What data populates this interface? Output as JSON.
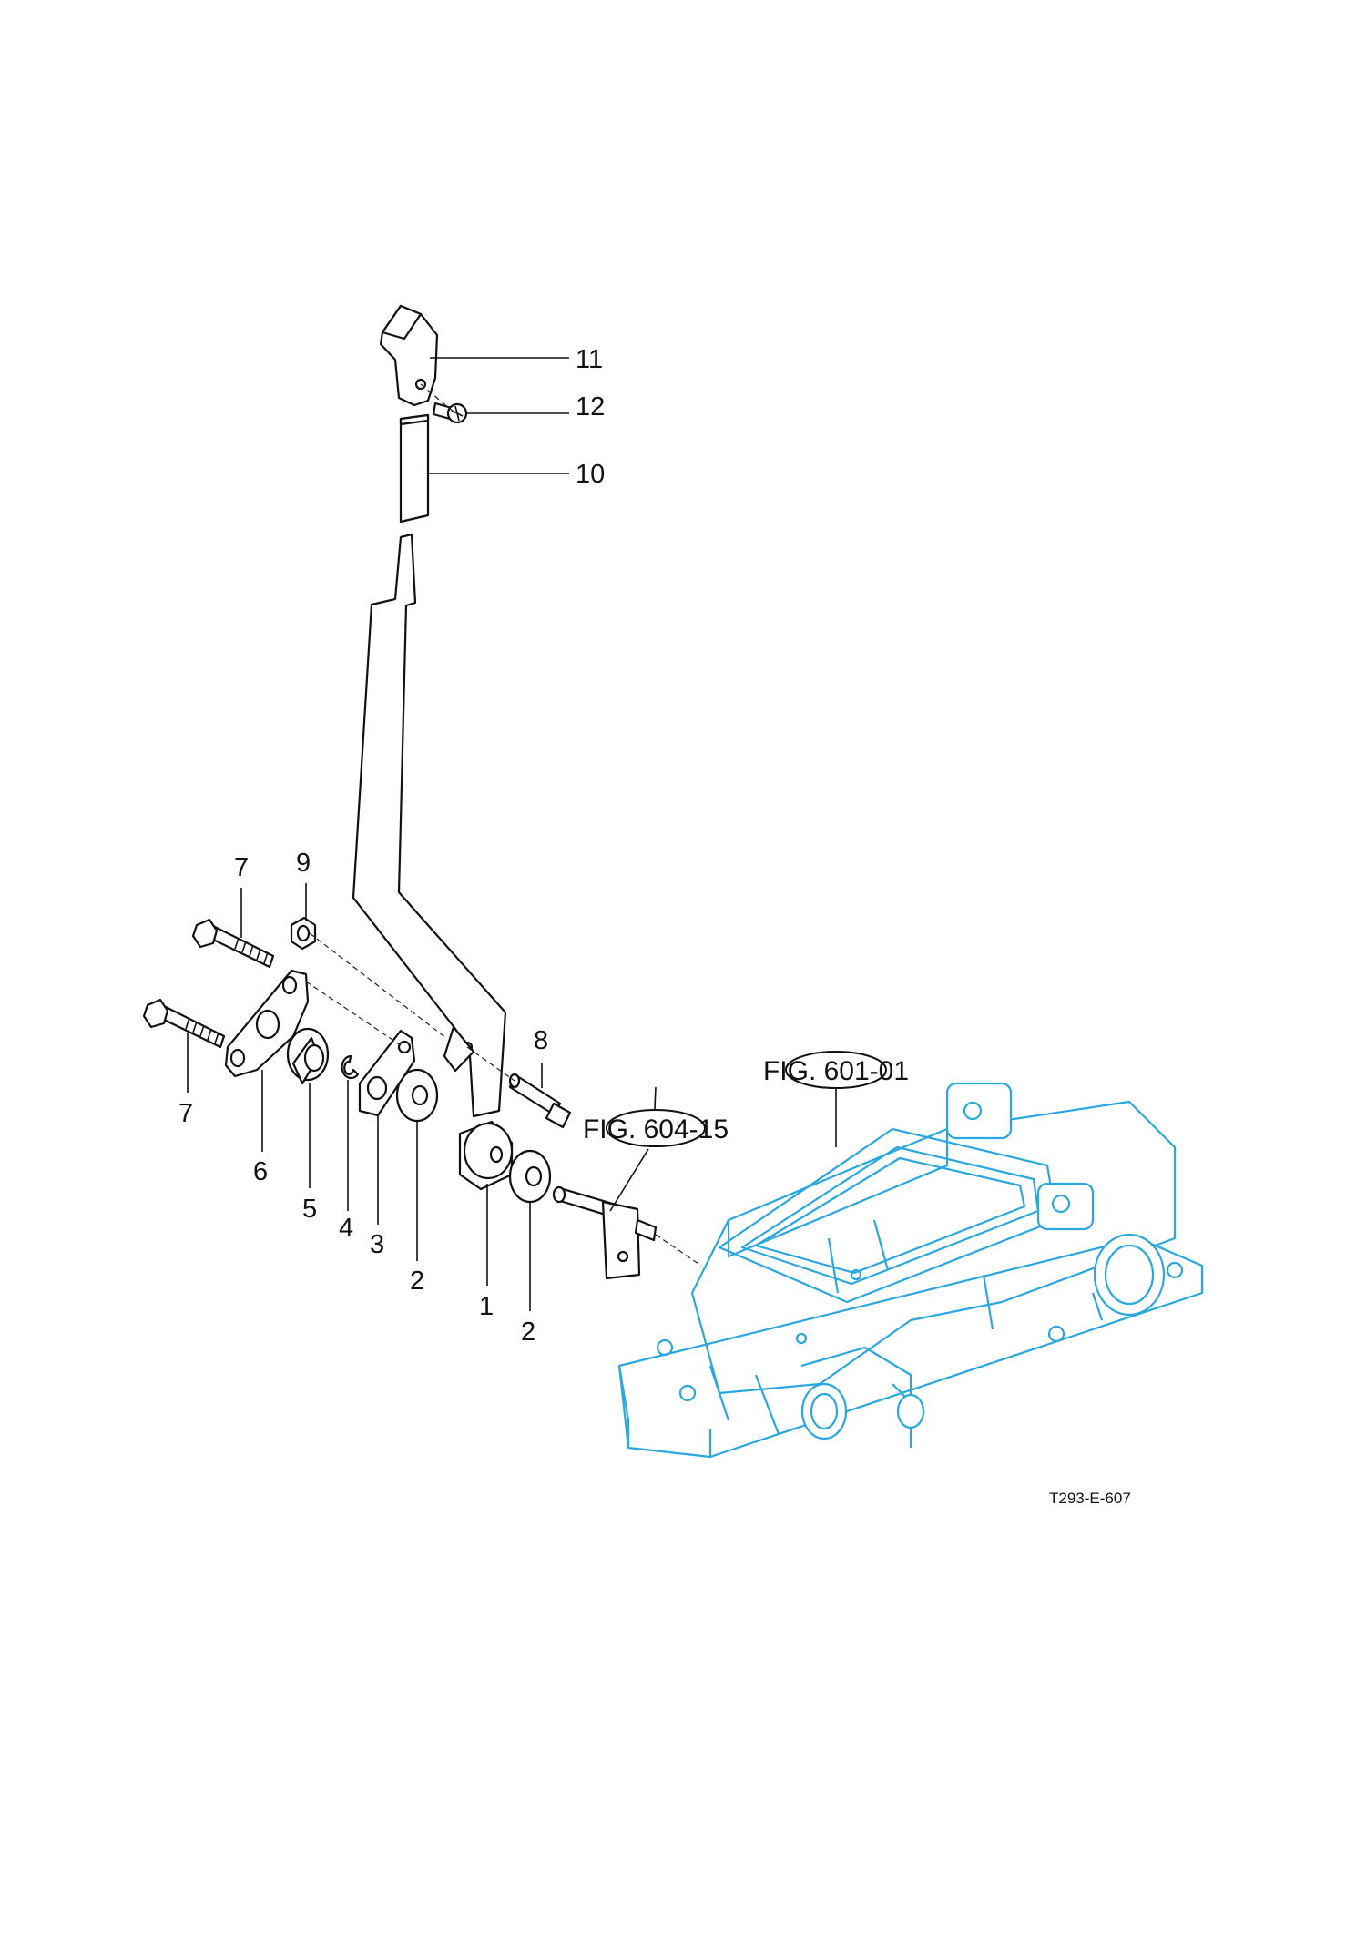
{
  "callouts": {
    "p1": "1",
    "p2a": "2",
    "p2b": "2",
    "p3": "3",
    "p4": "4",
    "p5": "5",
    "p6": "6",
    "p7a": "7",
    "p7b": "7",
    "p8": "8",
    "p9": "9",
    "p10": "10",
    "p11": "11",
    "p12": "12"
  },
  "figure_refs": {
    "housing": "FIG. 601-01",
    "shaft": "FIG. 604-15"
  },
  "drawing_code": "T293-E-607",
  "colors": {
    "line": "#111111",
    "reference_part": "#2aa7e0",
    "background": "#ffffff"
  }
}
